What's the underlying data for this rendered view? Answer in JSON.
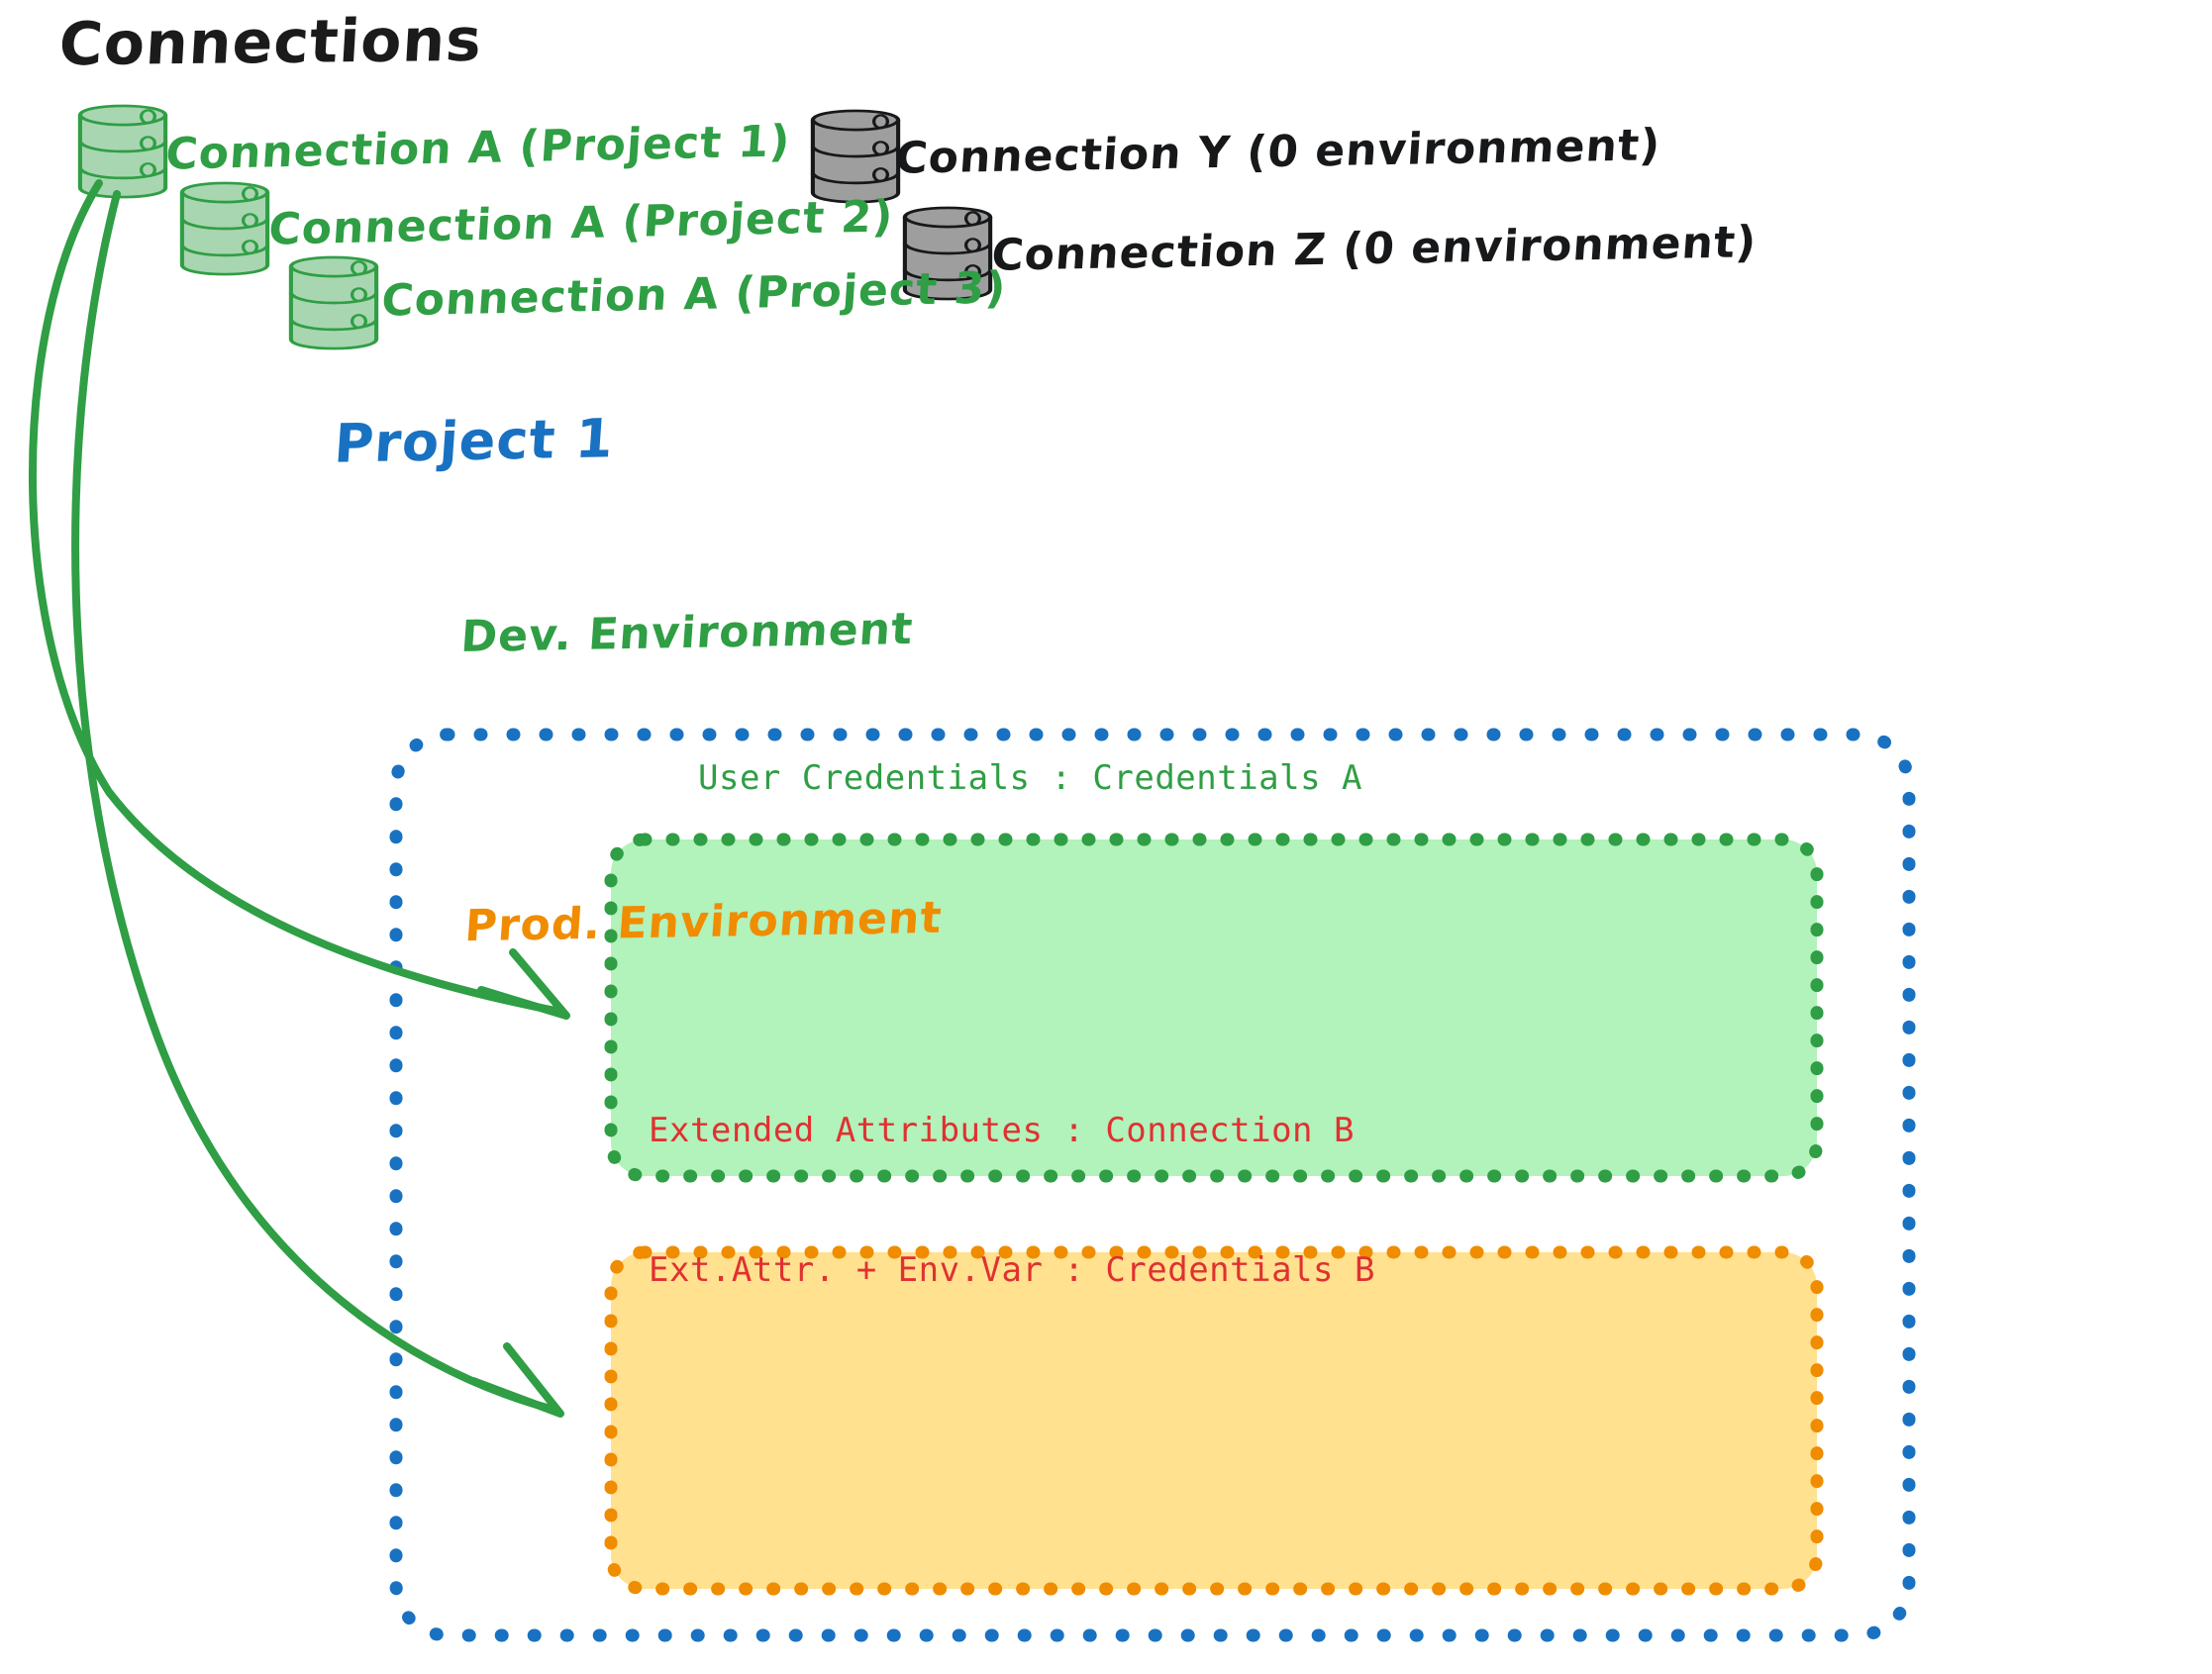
{
  "diagram": {
    "title": "Connections",
    "colors": {
      "green": "#2f9e44",
      "green_fill": "#b2f2bb",
      "blue": "#1971c2",
      "orange": "#f08c00",
      "orange_fill": "#ffe18f",
      "red": "#e03131",
      "gray_fill": "#ced4da",
      "ink": "#1b1b1b"
    },
    "connections": {
      "heading": "Connections",
      "green_items": [
        {
          "label": "Connection A (Project 1)",
          "icon": "database-icon",
          "color": "#2f9e44"
        },
        {
          "label": "Connection A (Project 2)",
          "icon": "database-icon",
          "color": "#2f9e44"
        },
        {
          "label": "Connection A (Project 3)",
          "icon": "database-icon",
          "color": "#2f9e44"
        }
      ],
      "gray_items": [
        {
          "label": "Connection Y (0 environment)",
          "icon": "database-icon",
          "color": "#17181a"
        },
        {
          "label": "Connection Z (0 environment)",
          "icon": "database-icon",
          "color": "#17181a"
        }
      ]
    },
    "project": {
      "title": "Project 1",
      "environments": [
        {
          "name": "Dev. Environment",
          "accent": "#2f9e44",
          "fill": "#b2f2bb",
          "rows": [
            {
              "key": "User Credentials",
              "value": "Credentials A",
              "text": "User Credentials : Credentials A"
            }
          ]
        },
        {
          "name": "Prod. Environment",
          "accent": "#f08c00",
          "fill": "#ffe18f",
          "rows": [
            {
              "key": "Extended Attributes",
              "value": "Connection B",
              "text": "Extended Attributes : Connection B"
            },
            {
              "key": "Ext.Attr. + Env.Var",
              "value": "Credentials B",
              "text": "Ext.Attr. + Env.Var : Credentials B"
            }
          ]
        }
      ]
    },
    "arrows": [
      {
        "from": "Connection A (Project 1)",
        "to": "Dev. Environment",
        "color": "#2f9e44"
      },
      {
        "from": "Connection A (Project 1)",
        "to": "Prod. Environment",
        "color": "#2f9e44"
      }
    ]
  }
}
